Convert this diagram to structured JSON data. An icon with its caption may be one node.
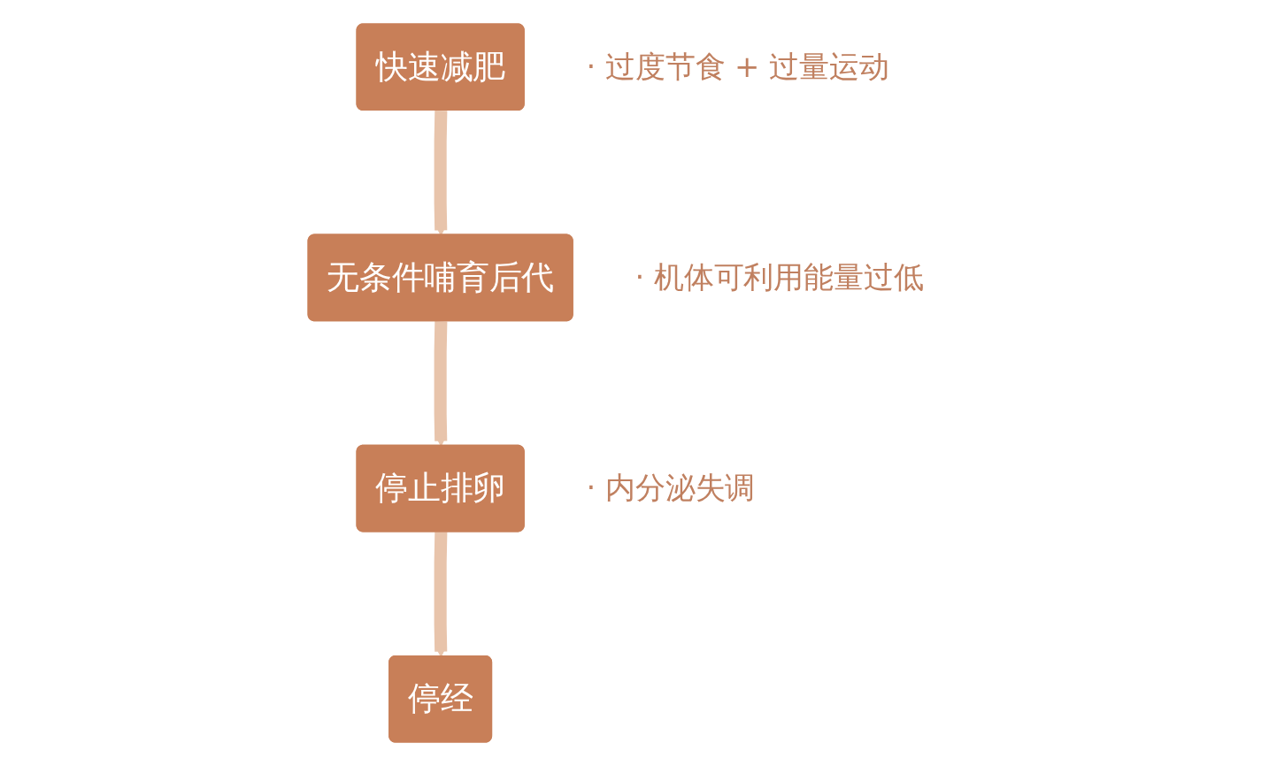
{
  "diagram": {
    "nodes": [
      {
        "text": [
          "快速减肥"
        ],
        "beside": [
          "· 过度节食 + 过量运动"
        ]
      },
      {
        "text": [
          "无条件哺育后代"
        ],
        "beside": [
          "· 机体可利用能量过低"
        ]
      },
      {
        "text": [
          "停止排卵"
        ],
        "beside": [
          "· 内分泌失调"
        ]
      },
      {
        "text": [
          "停经"
        ]
      }
    ],
    "edges": [
      {
        "from": 0,
        "to": 1,
        "arrow": "to"
      },
      {
        "from": 1,
        "to": 2,
        "arrow": "to"
      },
      {
        "from": 2,
        "to": 3,
        "arrow": "to"
      }
    ]
  }
}
